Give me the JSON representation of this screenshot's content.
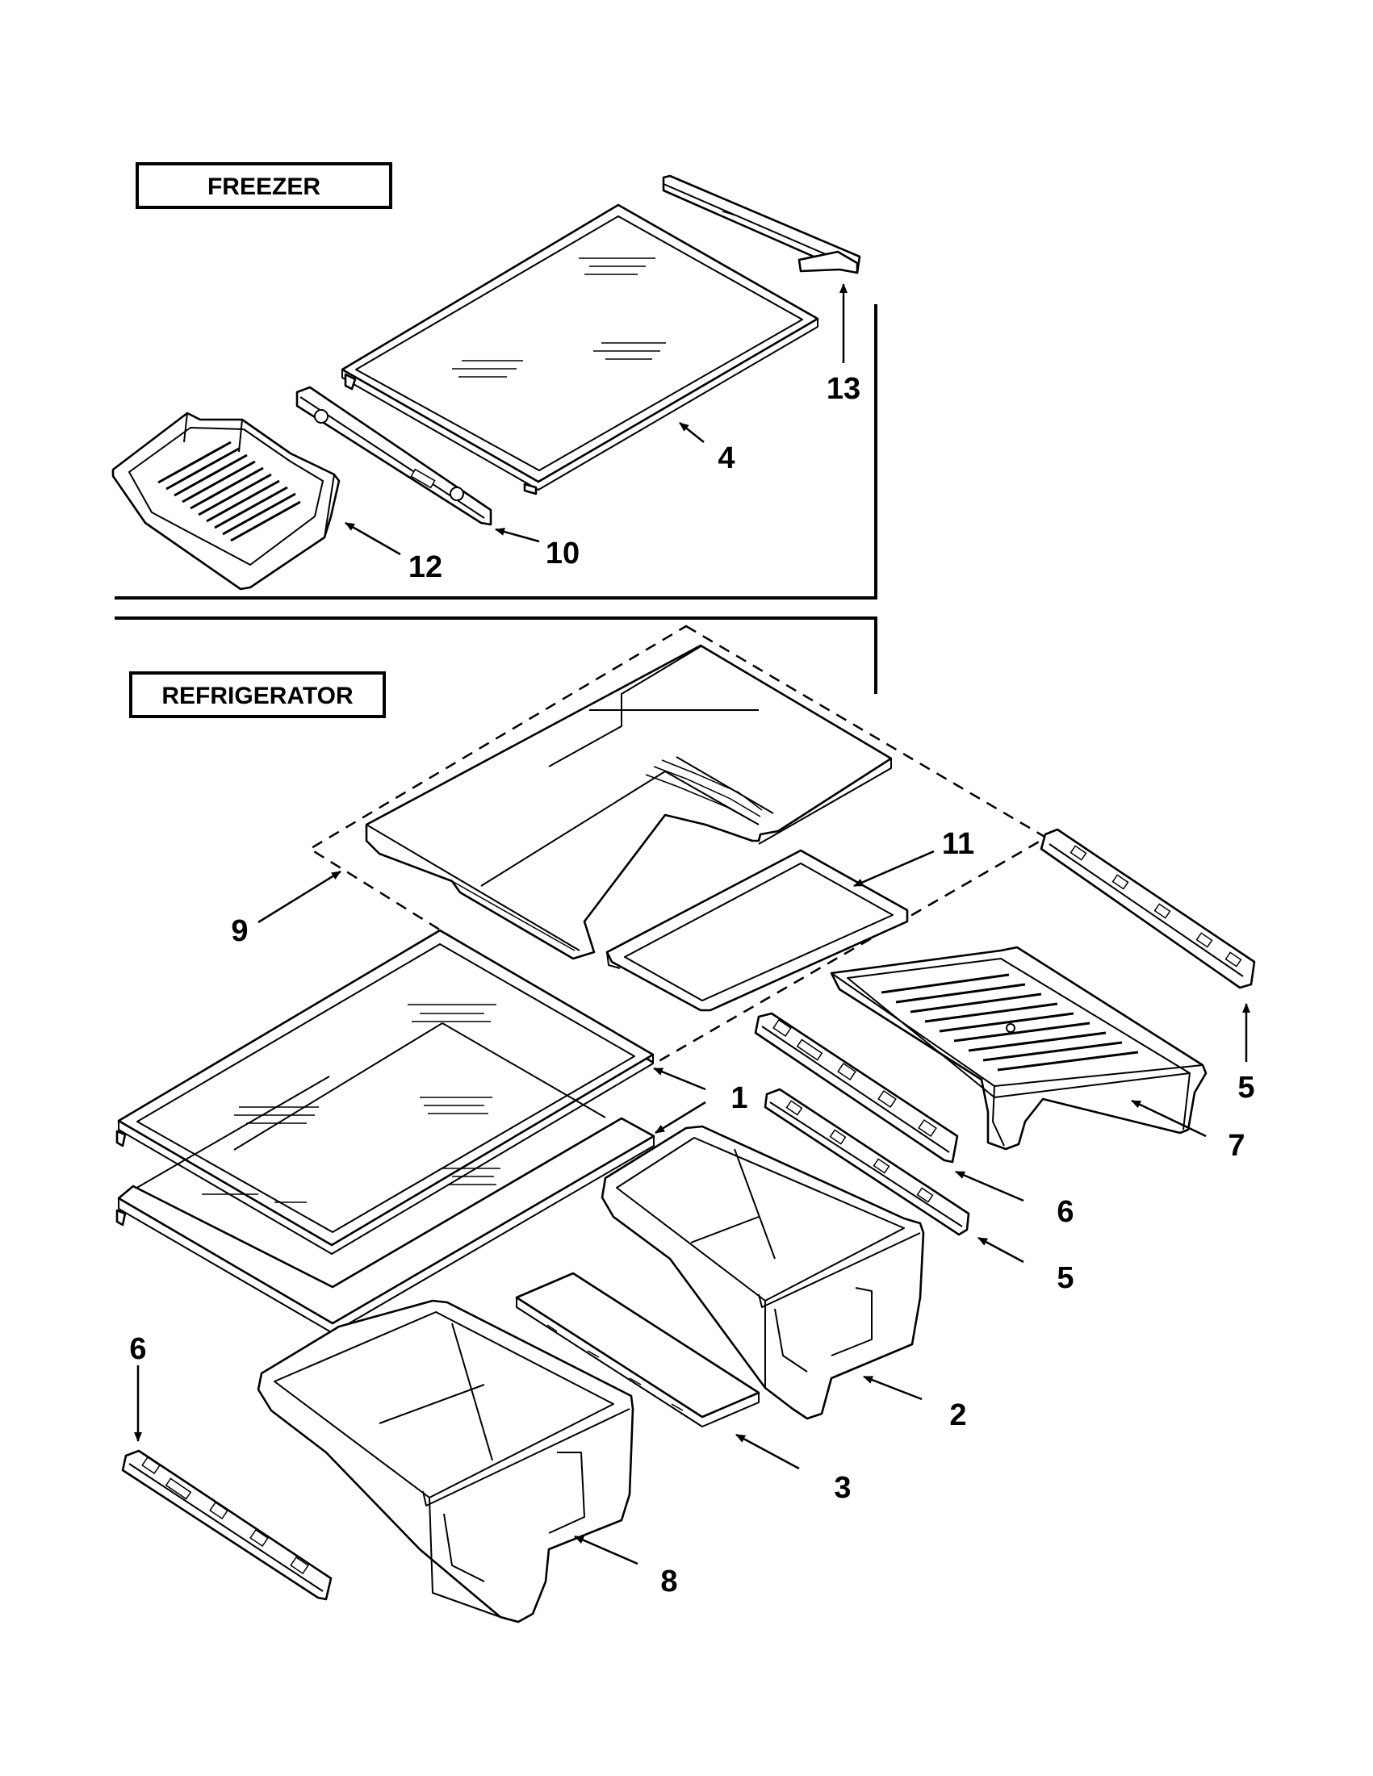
{
  "sections": {
    "freezer": "FREEZER",
    "refrigerator": "REFRIGERATOR"
  },
  "callouts": {
    "c1": "1",
    "c2": "2",
    "c3": "3",
    "c4": "4",
    "c5a": "5",
    "c5b": "5",
    "c6a": "6",
    "c6b": "6",
    "c7": "7",
    "c8": "8",
    "c9": "9",
    "c10": "10",
    "c11": "11",
    "c12": "12",
    "c13": "13"
  }
}
